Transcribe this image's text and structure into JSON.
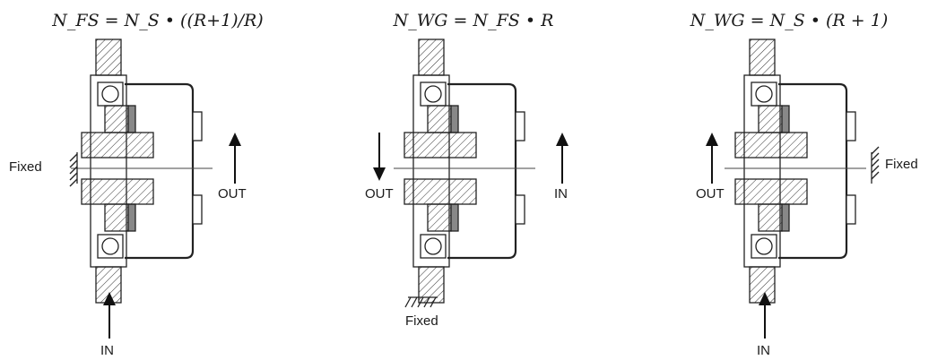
{
  "panels": [
    {
      "formula": "N_FS = N_S • ((R+1)/R)",
      "labels": {
        "fixed": "Fixed",
        "out": "OUT",
        "in": "IN"
      }
    },
    {
      "formula": "N_WG = N_FS • R",
      "labels": {
        "out": "OUT",
        "in": "IN",
        "fixed": "Fixed"
      }
    },
    {
      "formula": "N_WG = N_S • (R + 1)",
      "labels": {
        "out": "OUT",
        "fixed": "Fixed",
        "in": "IN"
      }
    }
  ]
}
